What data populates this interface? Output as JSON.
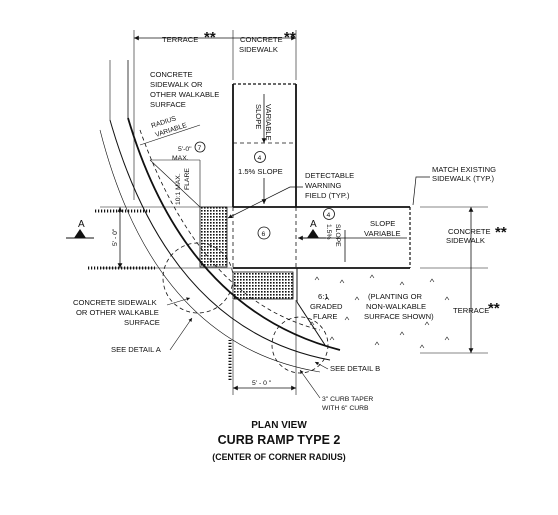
{
  "dims": {
    "terrace": "TERRACE",
    "concrete_sidewalk": [
      "CONCRETE",
      "SIDEWALK"
    ],
    "stars": "**",
    "five_ft_left": "5' - 0\"",
    "five_ft_bottom": "5' - 0 \"",
    "five_ft_flare": "5'-0\"",
    "max": "MAX."
  },
  "labels": {
    "concrete_sidewalk_or_walkable_top": [
      "CONCRETE",
      "SIDEWALK OR",
      "OTHER WALKABLE",
      "SURFACE"
    ],
    "radius_variable": [
      "RADIUS",
      "VARIABLE"
    ],
    "slope_variable_vertical": [
      "SLOPE",
      "VARIABLE"
    ],
    "four": "4",
    "seven": "7",
    "six": "6",
    "slope_15": "1.5% SLOPE",
    "flare_10_1": [
      "10:1 MAX.",
      "FLARE"
    ],
    "detectable_warning": [
      "DETECTABLE",
      "WARNING",
      "FIELD (TYP.)"
    ],
    "match_existing": [
      "MATCH EXISTING",
      "SIDEWALK (TYP.)"
    ],
    "section_a": "A",
    "slope_15_vertical": "1.5%",
    "slope_vertical": "SLOPE",
    "slope_variable_right": [
      "SLOPE",
      "VARIABLE"
    ],
    "concrete_sidewalk_right": [
      "CONCRETE",
      "SIDEWALK"
    ],
    "graded_flare": [
      "6:1",
      "GRADED",
      "FLARE"
    ],
    "planting": [
      "(PLANTING OR",
      "NON-WALKABLE",
      "SURFACE SHOWN)"
    ],
    "terrace_right": "TERRACE",
    "concrete_sidewalk_or_walkable_left": [
      "CONCRETE SIDEWALK",
      "OR OTHER WALKABLE",
      "SURFACE"
    ],
    "see_detail_a": "SEE DETAIL A",
    "see_detail_b": "SEE DETAIL B",
    "curb_taper": [
      "3\" CURB  TAPER",
      "WITH 6\" CURB"
    ]
  },
  "titles": {
    "plan_view": "PLAN VIEW",
    "curb_ramp": "CURB RAMP TYPE 2",
    "center": "(CENTER OF CORNER RADIUS)"
  }
}
